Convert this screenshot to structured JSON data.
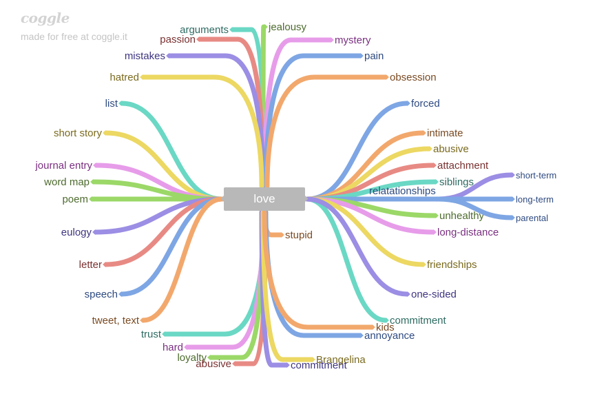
{
  "brand": {
    "logo_text": "coggle",
    "tagline": "made for free at coggle.it"
  },
  "center": {
    "label": "love"
  },
  "colors": {
    "teal": "#6ad8c4",
    "green": "#9bd868",
    "pink": "#e88a84",
    "purple": "#e79ce9",
    "blue": "#7ea6e4",
    "orange": "#f2a86c",
    "violet": "#9b8ee4",
    "yellow": "#ecd862"
  },
  "branches": [
    {
      "label": "arguments",
      "color": "teal",
      "text_color": "#2e6b62"
    },
    {
      "label": "jealousy",
      "color": "green",
      "text_color": "#4d6b2e"
    },
    {
      "label": "passion",
      "color": "pink",
      "text_color": "#7a3030"
    },
    {
      "label": "mystery",
      "color": "purple",
      "text_color": "#7a3080"
    },
    {
      "label": "mistakes",
      "color": "violet",
      "text_color": "#3e3580"
    },
    {
      "label": "pain",
      "color": "blue",
      "text_color": "#2e4a80"
    },
    {
      "label": "hatred",
      "color": "yellow",
      "text_color": "#7a6a1e"
    },
    {
      "label": "obsession",
      "color": "orange",
      "text_color": "#7a4a22"
    },
    {
      "label": "list",
      "color": "teal",
      "text_color": "#2e4a80"
    },
    {
      "label": "short story",
      "color": "yellow",
      "text_color": "#7a6a1e"
    },
    {
      "label": "journal entry",
      "color": "purple",
      "text_color": "#7a3080"
    },
    {
      "label": "word map",
      "color": "green",
      "text_color": "#4d6b2e"
    },
    {
      "label": "poem",
      "color": "green",
      "text_color": "#4d6b2e"
    },
    {
      "label": "eulogy",
      "color": "violet",
      "text_color": "#3e3580"
    },
    {
      "label": "letter",
      "color": "pink",
      "text_color": "#7a3030"
    },
    {
      "label": "speech",
      "color": "blue",
      "text_color": "#2e4a80"
    },
    {
      "label": "tweet, text",
      "color": "orange",
      "text_color": "#7a4a22"
    },
    {
      "label": "trust",
      "color": "teal",
      "text_color": "#2e6b62"
    },
    {
      "label": "hard",
      "color": "purple",
      "text_color": "#7a3080"
    },
    {
      "label": "loyalty",
      "color": "green",
      "text_color": "#4d6b2e"
    },
    {
      "label": "abusive",
      "color": "pink",
      "text_color": "#7a3030"
    },
    {
      "label": "stupid",
      "color": "orange",
      "text_color": "#7a4a22"
    },
    {
      "label": "commitment",
      "color": "violet",
      "text_color": "#3e3580"
    },
    {
      "label": "Brangelina",
      "color": "yellow",
      "text_color": "#7a6a1e"
    },
    {
      "label": "annoyance",
      "color": "blue",
      "text_color": "#2e4a80"
    },
    {
      "label": "kids",
      "color": "orange",
      "text_color": "#7a4a22"
    },
    {
      "label": "commitment",
      "color": "teal",
      "text_color": "#2e6b62"
    },
    {
      "label": "forced",
      "color": "blue",
      "text_color": "#2e4a80"
    },
    {
      "label": "intimate",
      "color": "orange",
      "text_color": "#7a4a22"
    },
    {
      "label": "abusive",
      "color": "yellow",
      "text_color": "#7a6a1e"
    },
    {
      "label": "attachment",
      "color": "pink",
      "text_color": "#7a3030"
    },
    {
      "label": "siblings",
      "color": "teal",
      "text_color": "#2e6b62"
    },
    {
      "label": "relatationships",
      "color": "blue",
      "text_color": "#2e4a80"
    },
    {
      "label": "unhealthy",
      "color": "green",
      "text_color": "#4d6b2e"
    },
    {
      "label": "long-distance",
      "color": "purple",
      "text_color": "#7a3080"
    },
    {
      "label": "friendships",
      "color": "yellow",
      "text_color": "#7a6a1e"
    },
    {
      "label": "one-sided",
      "color": "violet",
      "text_color": "#3e3580"
    }
  ],
  "sub_branches": [
    {
      "label": "short-term",
      "color": "violet",
      "text_color": "#2e4a80"
    },
    {
      "label": "long-term",
      "color": "blue",
      "text_color": "#2e4a80"
    },
    {
      "label": "parental",
      "color": "blue",
      "text_color": "#2e4a80"
    }
  ]
}
